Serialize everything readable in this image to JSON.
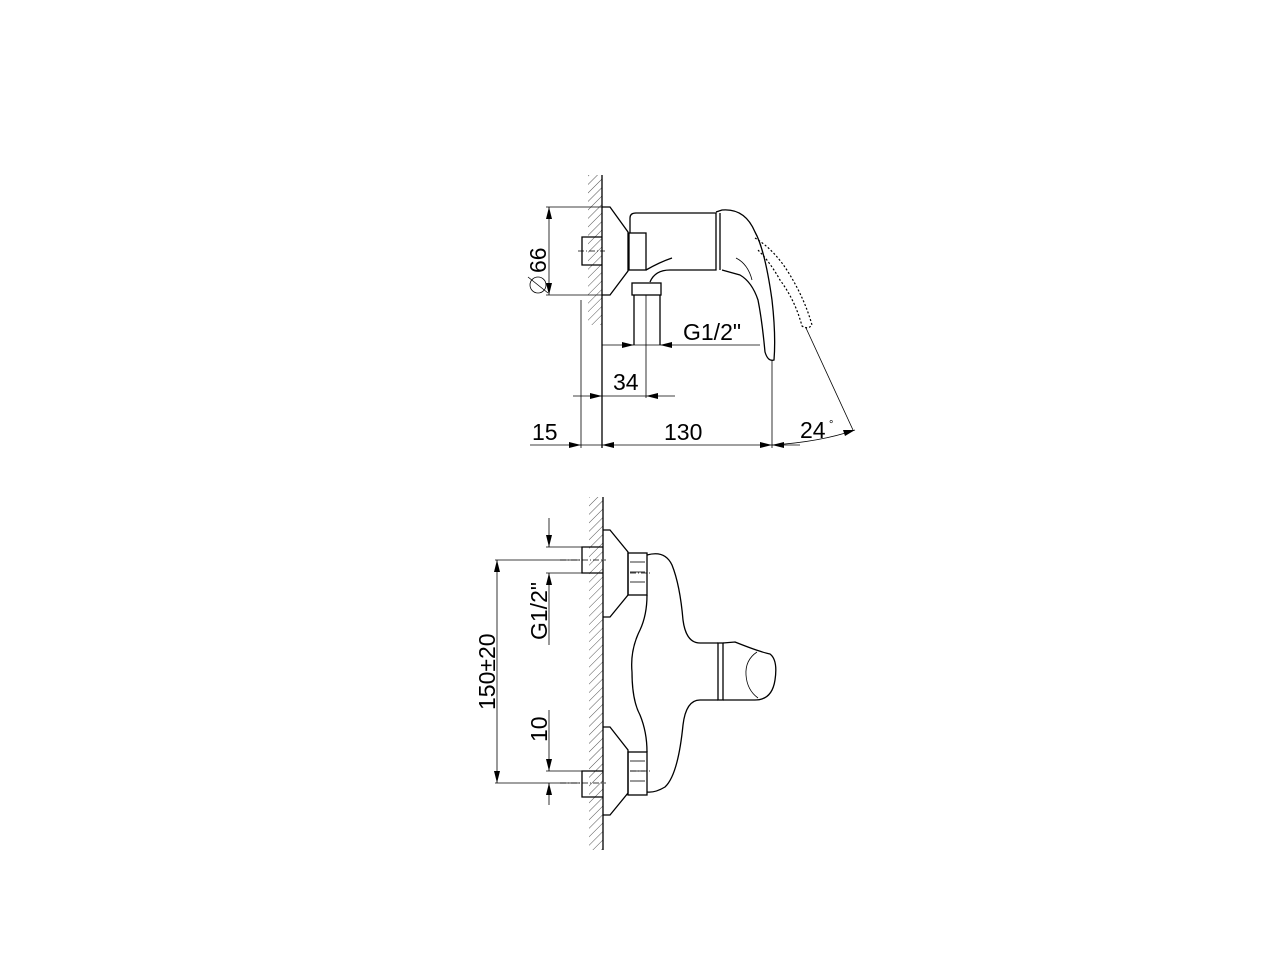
{
  "side_view": {
    "diameter_label": "66",
    "thread_label": "G1/2\"",
    "offset_label": "34",
    "wall_label": "15",
    "depth_label": "130",
    "angle_label": "24",
    "angle_unit": "°"
  },
  "front_view": {
    "center_distance_label": "150±20",
    "thread_label": "G1/2\"",
    "adjust_label": "10"
  }
}
